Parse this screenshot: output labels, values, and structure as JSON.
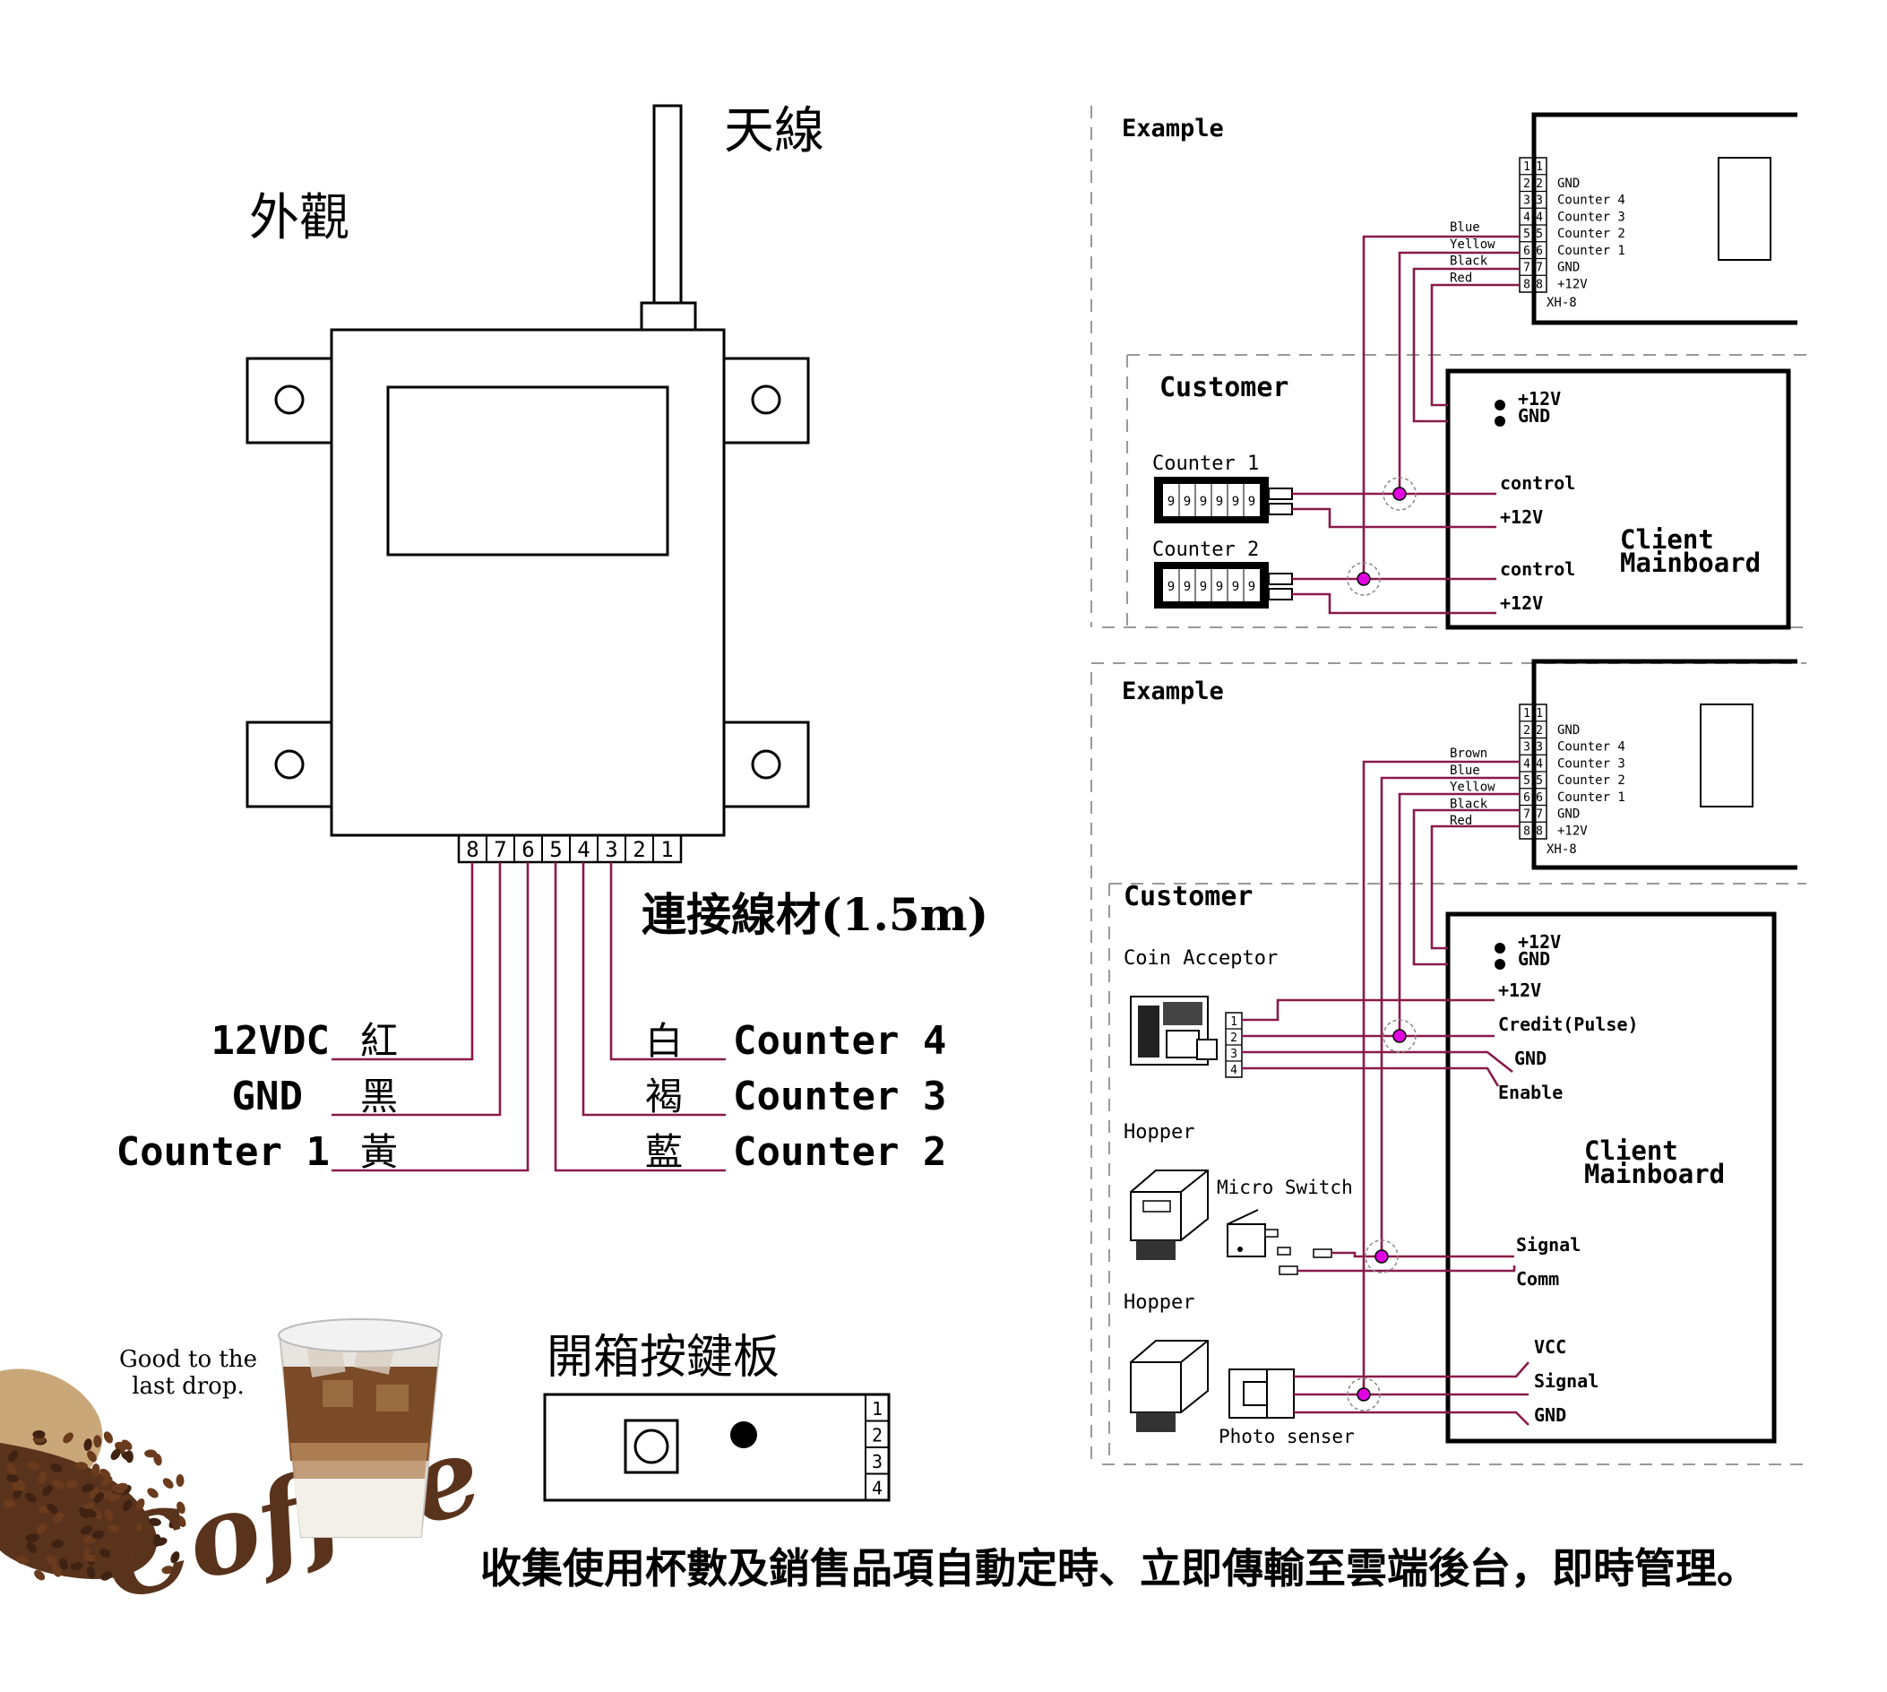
{
  "device": {
    "appearance_label": "外觀",
    "antenna_label": "天線",
    "pin_numbers": [
      "8",
      "7",
      "6",
      "5",
      "4",
      "3",
      "2",
      "1"
    ],
    "cable_label": "連接線材(1.5m)",
    "left_wires": [
      {
        "name": "12VDC",
        "color": "紅"
      },
      {
        "name": "GND",
        "color": "黑"
      },
      {
        "name": "Counter 1",
        "color": "黃"
      }
    ],
    "right_wires": [
      {
        "name": "Counter 4",
        "color": "白"
      },
      {
        "name": "Counter 3",
        "color": "褐"
      },
      {
        "name": "Counter 2",
        "color": "藍"
      }
    ]
  },
  "button_board": {
    "title": "開箱按鍵板",
    "pins": [
      "1",
      "2",
      "3",
      "4"
    ]
  },
  "promo": {
    "tagline_1": "Good to the",
    "tagline_2": "last drop.",
    "coffee_script": "Coffee",
    "footer": "收集使用杯數及銷售品項自動定時、立即傳輸至雲端後台，即時管理。"
  },
  "example1": {
    "title": "Example",
    "wire_colors": [
      "Blue",
      "Yellow",
      "Black",
      "Red"
    ],
    "pins": [
      "1",
      "2",
      "3",
      "4",
      "5",
      "6",
      "7",
      "8"
    ],
    "pin_labels": [
      "",
      "GND",
      "Counter 4",
      "Counter 3",
      "Counter 2",
      "Counter 1",
      "GND",
      "+12V"
    ],
    "connector": "XH-8",
    "customer": "Customer",
    "counter1": "Counter 1",
    "counter2": "Counter 2",
    "counter_digits": "999999",
    "mainboard_power": [
      "+12V",
      "GND"
    ],
    "mainboard_signals": [
      "control",
      "+12V",
      "control",
      "+12V"
    ],
    "mainboard_line1": "Client",
    "mainboard_line2": "Mainboard"
  },
  "example2": {
    "title": "Example",
    "wire_colors": [
      "Brown",
      "Blue",
      "Yellow",
      "Black",
      "Red"
    ],
    "pins": [
      "1",
      "2",
      "3",
      "4",
      "5",
      "6",
      "7",
      "8"
    ],
    "pin_labels": [
      "",
      "GND",
      "Counter 4",
      "Counter 3",
      "Counter 2",
      "Counter 1",
      "GND",
      "+12V"
    ],
    "connector": "XH-8",
    "customer": "Customer",
    "coin_acceptor": "Coin Acceptor",
    "coin_pins": [
      "1",
      "2",
      "3",
      "4"
    ],
    "hopper1": "Hopper",
    "micro_switch": "Micro Switch",
    "hopper2": "Hopper",
    "photo_sensor": "Photo senser",
    "mainboard_power": [
      "+12V",
      "GND"
    ],
    "coin_signals": [
      "+12V",
      "Credit(Pulse)",
      "GND",
      "Enable"
    ],
    "hopper1_signals": [
      "Signal",
      "Comm"
    ],
    "hopper2_signals": [
      "VCC",
      "Signal",
      "GND"
    ],
    "mainboard_line1": "Client",
    "mainboard_line2": "Mainboard"
  },
  "colors": {
    "wire": "#8a1a4a",
    "junction": "#e000e0"
  }
}
